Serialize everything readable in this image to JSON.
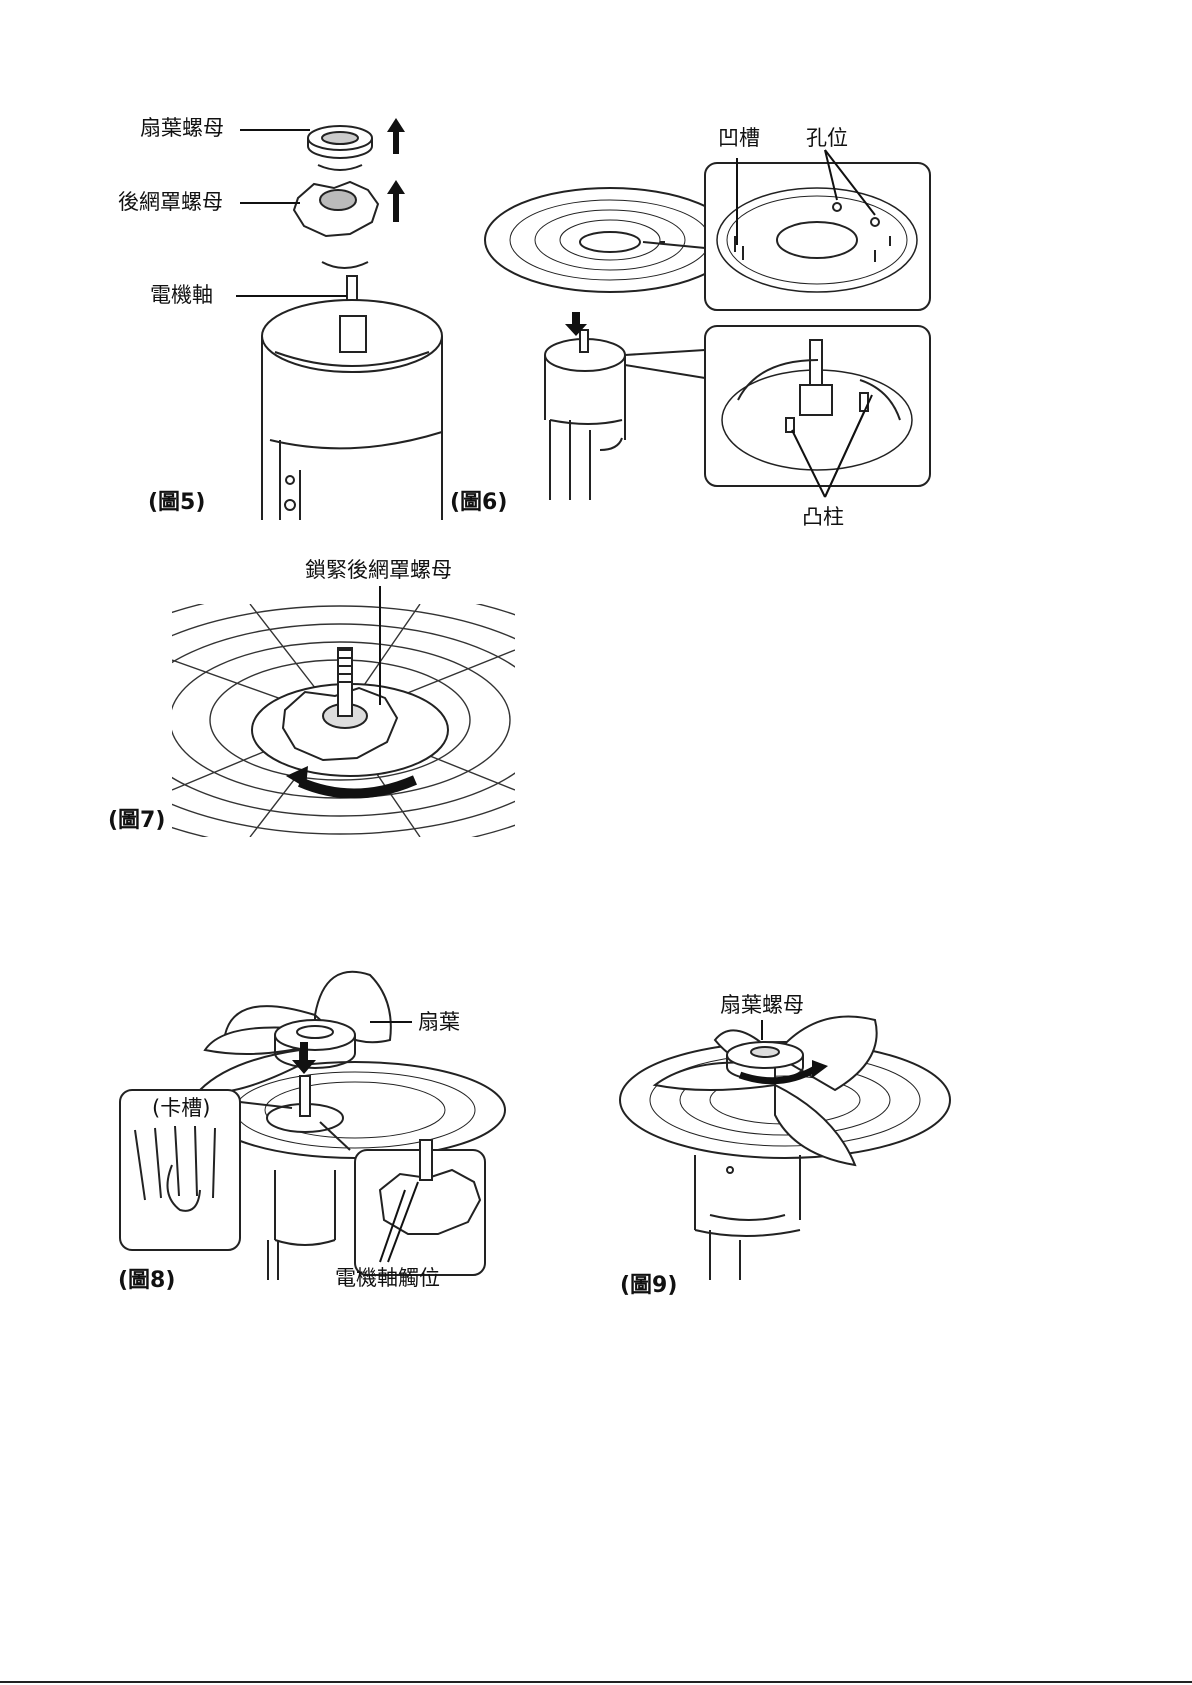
{
  "fig5": {
    "caption": "(圖5)",
    "labels": {
      "fan_nut": "扇葉螺母",
      "rear_guard_nut": "後網罩螺母",
      "motor_shaft": "電機軸"
    }
  },
  "fig6": {
    "caption": "(圖6)",
    "labels": {
      "groove": "凹槽",
      "hole": "孔位",
      "post": "凸柱"
    }
  },
  "fig7": {
    "caption": "(圖7)",
    "labels": {
      "tighten": "鎖緊後網罩螺母"
    }
  },
  "fig8": {
    "caption": "(圖8)",
    "labels": {
      "blade": "扇葉",
      "slot": "(卡槽)",
      "shaft_contact": "電機軸觸位"
    }
  },
  "fig9": {
    "caption": "(圖9)",
    "labels": {
      "fan_nut": "扇葉螺母"
    }
  }
}
